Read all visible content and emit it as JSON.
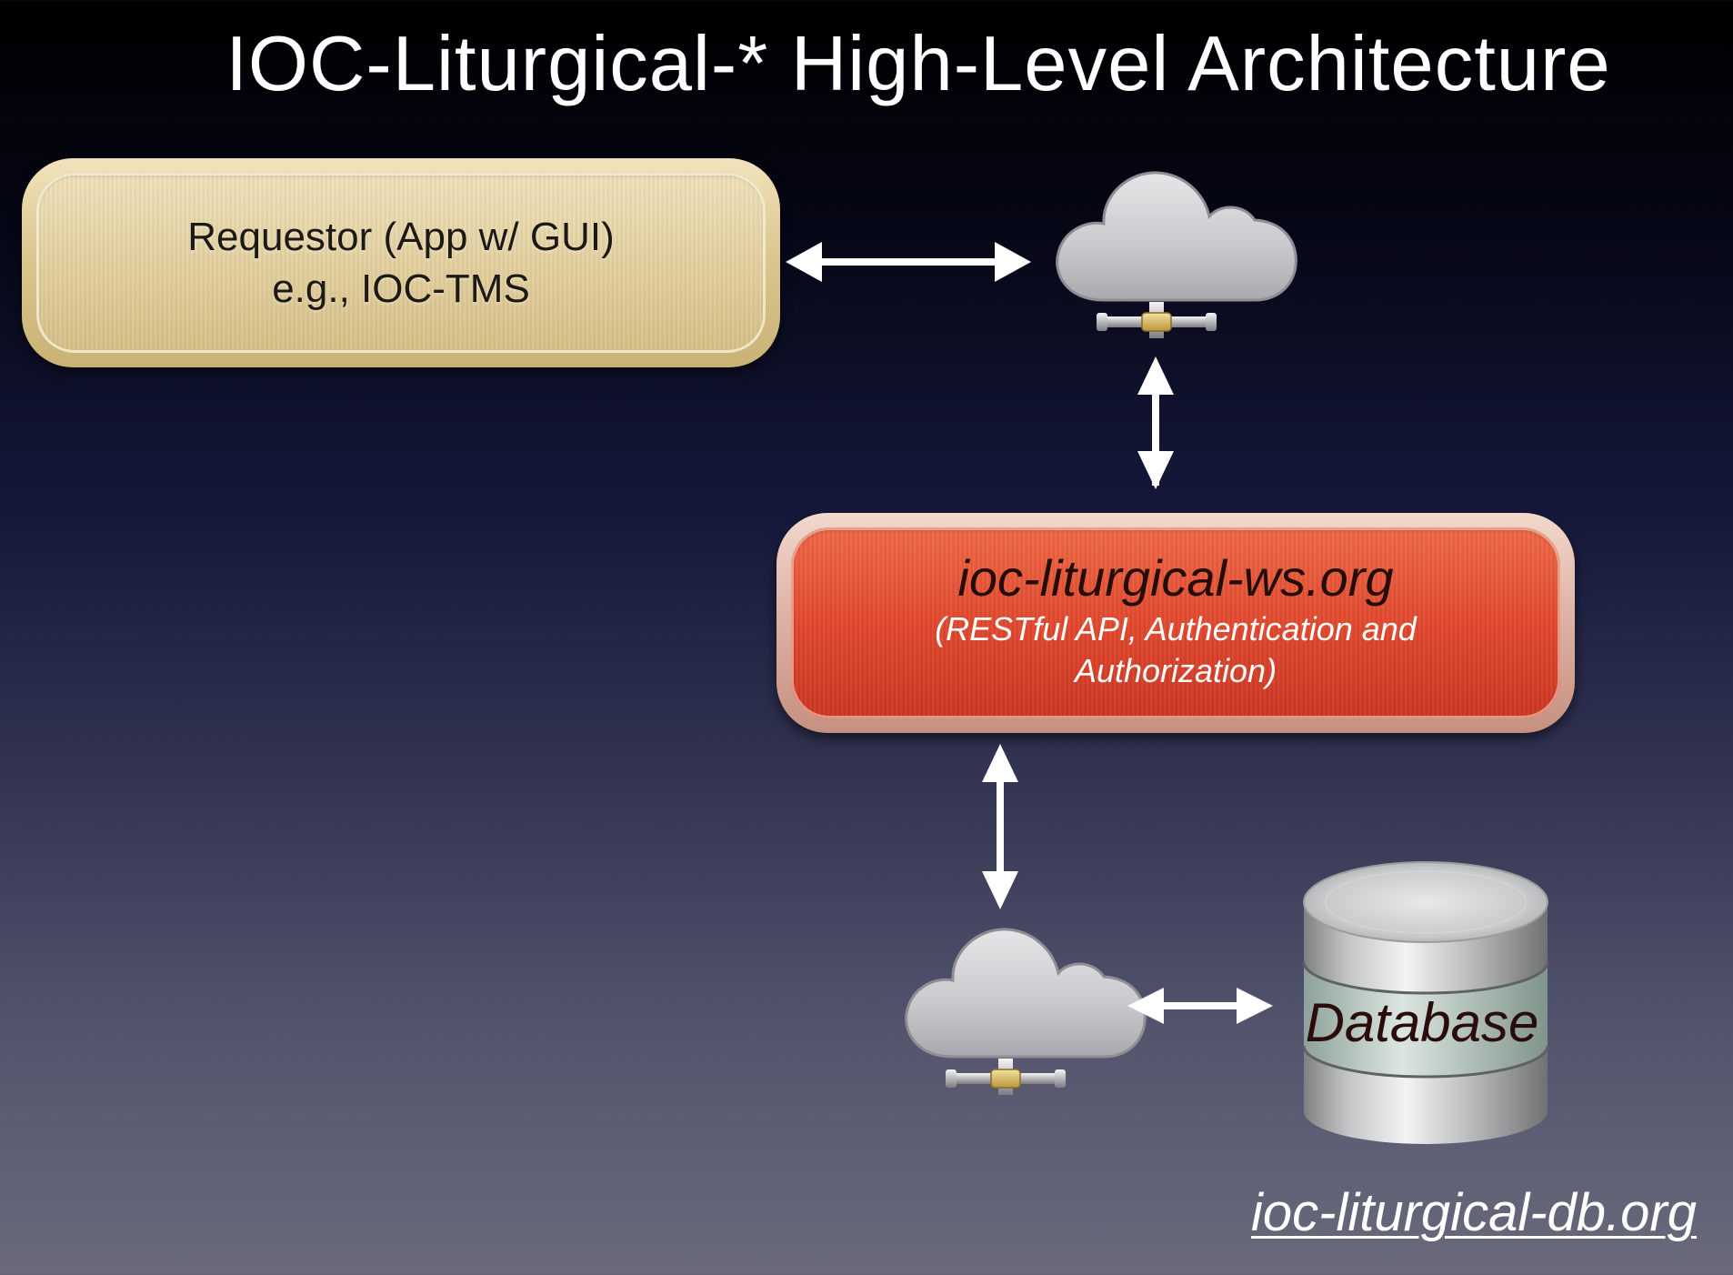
{
  "title": "IOC-Liturgical-* High-Level Architecture",
  "requestor": {
    "line1": "Requestor (App w/ GUI)",
    "line2": "e.g., IOC-TMS"
  },
  "web_service": {
    "name": "ioc-liturgical-ws.org",
    "description_line1": "(RESTful API, Authentication and",
    "description_line2": "Authorization)"
  },
  "database": {
    "label": "Database",
    "link": "ioc-liturgical-db.org"
  },
  "icons": [
    "cloud-network-icon",
    "cloud-network-icon",
    "database-cylinder-icon"
  ],
  "colors": {
    "requestor_box": "#e3d09f",
    "web_service_box": "#e2492e",
    "arrow": "#ffffff"
  }
}
